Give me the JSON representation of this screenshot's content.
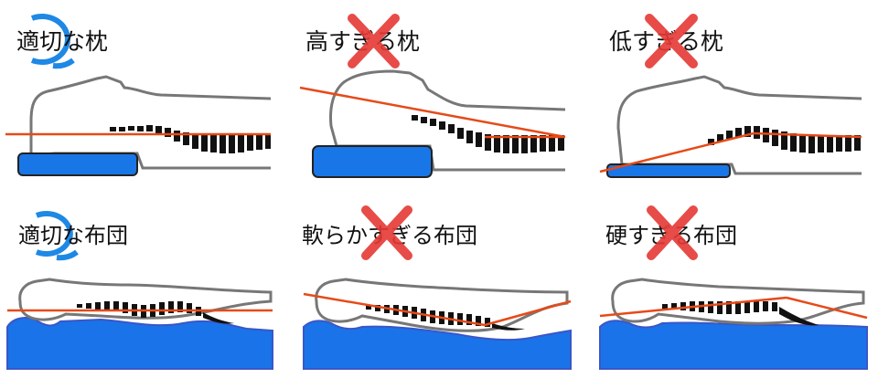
{
  "panels": [
    {
      "label": "適切な枕",
      "mark": "circle-icon"
    },
    {
      "label": "高すぎる枕",
      "mark": "cross-icon"
    },
    {
      "label": "低すぎる枕",
      "mark": "cross-icon"
    },
    {
      "label": "適切な布団",
      "mark": "circle-icon"
    },
    {
      "label": "軟らかすぎる布団",
      "mark": "cross-icon"
    },
    {
      "label": "硬すぎる布団",
      "mark": "cross-icon"
    }
  ],
  "colors": {
    "ok_mark": "#1e88e5",
    "ng_mark": "#e53935",
    "line": "#e64a19",
    "pillow": "#1976e6",
    "mattress": "#1a73e8",
    "outline": "#777777",
    "spine": "#111111"
  }
}
